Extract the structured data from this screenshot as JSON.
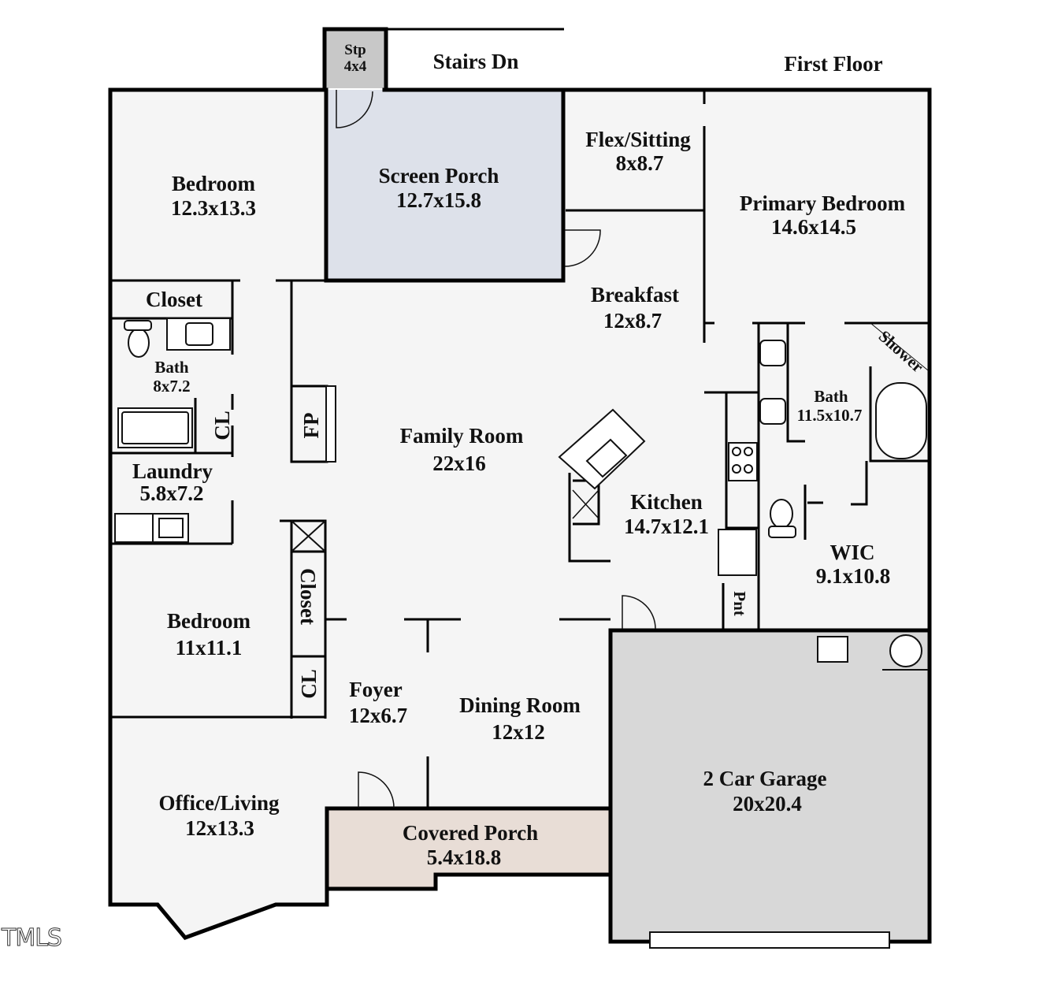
{
  "floor_title": "First Floor",
  "stairs_label": "Stairs Dn",
  "step": {
    "name": "Stp",
    "size": "4x4"
  },
  "rooms": {
    "bedroom_nw": {
      "name": "Bedroom",
      "size": "12.3x13.3"
    },
    "screen_porch": {
      "name": "Screen Porch",
      "size": "12.7x15.8"
    },
    "flex_sitting": {
      "name": "Flex/Sitting",
      "size": "8x8.7"
    },
    "primary_bedroom": {
      "name": "Primary Bedroom",
      "size": "14.6x14.5"
    },
    "closet_w": {
      "name": "Closet"
    },
    "bath_w": {
      "name": "Bath",
      "size": "8x7.2"
    },
    "cl_w": {
      "name": "CL"
    },
    "fp": {
      "name": "FP"
    },
    "breakfast": {
      "name": "Breakfast",
      "size": "12x8.7"
    },
    "shower": {
      "name": "Shower"
    },
    "bath_primary": {
      "name": "Bath",
      "size": "11.5x10.7"
    },
    "family_room": {
      "name": "Family Room",
      "size": "22x16"
    },
    "laundry": {
      "name": "Laundry",
      "size": "5.8x7.2"
    },
    "kitchen": {
      "name": "Kitchen",
      "size": "14.7x12.1"
    },
    "wic": {
      "name": "WIC",
      "size": "9.1x10.8"
    },
    "closet_c": {
      "name": "Closet"
    },
    "pnt": {
      "name": "Pnt"
    },
    "bedroom_sw": {
      "name": "Bedroom",
      "size": "11x11.1"
    },
    "cl_c": {
      "name": "CL"
    },
    "foyer": {
      "name": "Foyer",
      "size": "12x6.7"
    },
    "dining_room": {
      "name": "Dining Room",
      "size": "12x12"
    },
    "garage": {
      "name": "2 Car Garage",
      "size": "20x20.4"
    },
    "office_living": {
      "name": "Office/Living",
      "size": "12x13.3"
    },
    "covered_porch": {
      "name": "Covered Porch",
      "size": "5.4x18.8"
    }
  },
  "watermark": "TMLS",
  "colors": {
    "floor": "#f5f5f5",
    "screen_porch": "#dde1ea",
    "covered_porch": "#e8ddd6",
    "garage": "#d8d8d8",
    "step": "#c8c8c8",
    "wall": "#000000"
  }
}
